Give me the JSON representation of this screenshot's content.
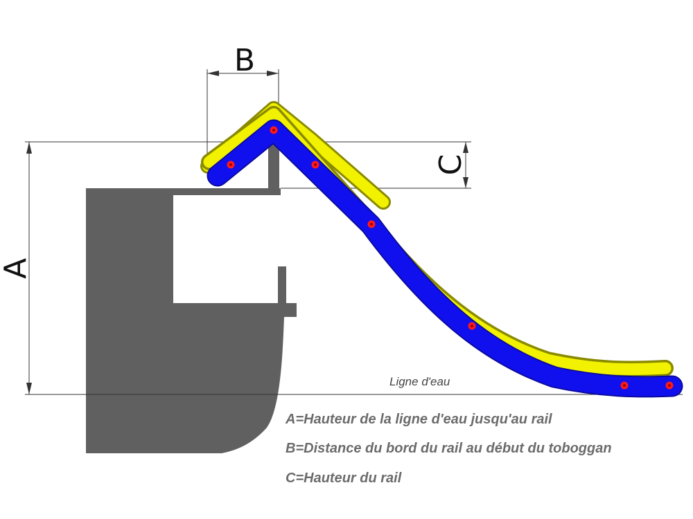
{
  "dimensions": {
    "a_label": "A",
    "b_label": "B",
    "c_label": "C"
  },
  "waterline_label": "Ligne d'eau",
  "legend": [
    "A=Hauteur de la ligne d'eau jusqu'au rail",
    "B=Distance du bord du rail au début du toboggan",
    "C=Hauteur du rail"
  ],
  "colors": {
    "hull": "#606060",
    "slide_main": "#1010ee",
    "slide_edge": "#0a0aa0",
    "slide_rails": "#f2f200",
    "slide_rails_edge": "#8a8a00",
    "anchor_points": "#ff1a1a"
  }
}
